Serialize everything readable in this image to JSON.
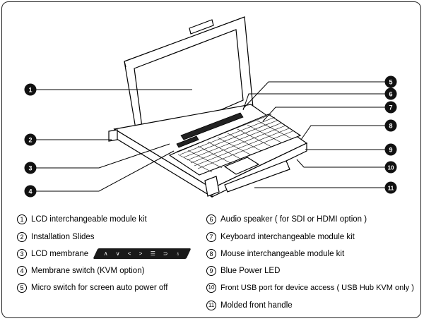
{
  "callouts": [
    "1",
    "2",
    "3",
    "4",
    "5",
    "6",
    "7",
    "8",
    "9",
    "10",
    "11"
  ],
  "legend_left": [
    {
      "num": "1",
      "label": "LCD interchangeable module kit"
    },
    {
      "num": "2",
      "label": "Installation Slides"
    },
    {
      "num": "3",
      "label": "LCD membrane"
    },
    {
      "num": "4",
      "label": "Membrane switch (KVM option)"
    },
    {
      "num": "5",
      "label": "Micro switch for screen auto power off"
    }
  ],
  "legend_right": [
    {
      "num": "6",
      "label": "Audio speaker ( for SDI or HDMI option )"
    },
    {
      "num": "7",
      "label": "Keyboard interchangeable module kit"
    },
    {
      "num": "8",
      "label": "Mouse interchangeable module kit"
    },
    {
      "num": "9",
      "label": "Blue Power LED"
    },
    {
      "num": "10",
      "label": "Front USB port for device access ( USB Hub KVM only )"
    },
    {
      "num": "11",
      "label": "Molded front handle"
    }
  ],
  "membrane_icons": [
    "∧",
    "∨",
    "<",
    ">",
    "☰",
    "⊃",
    "♁"
  ]
}
